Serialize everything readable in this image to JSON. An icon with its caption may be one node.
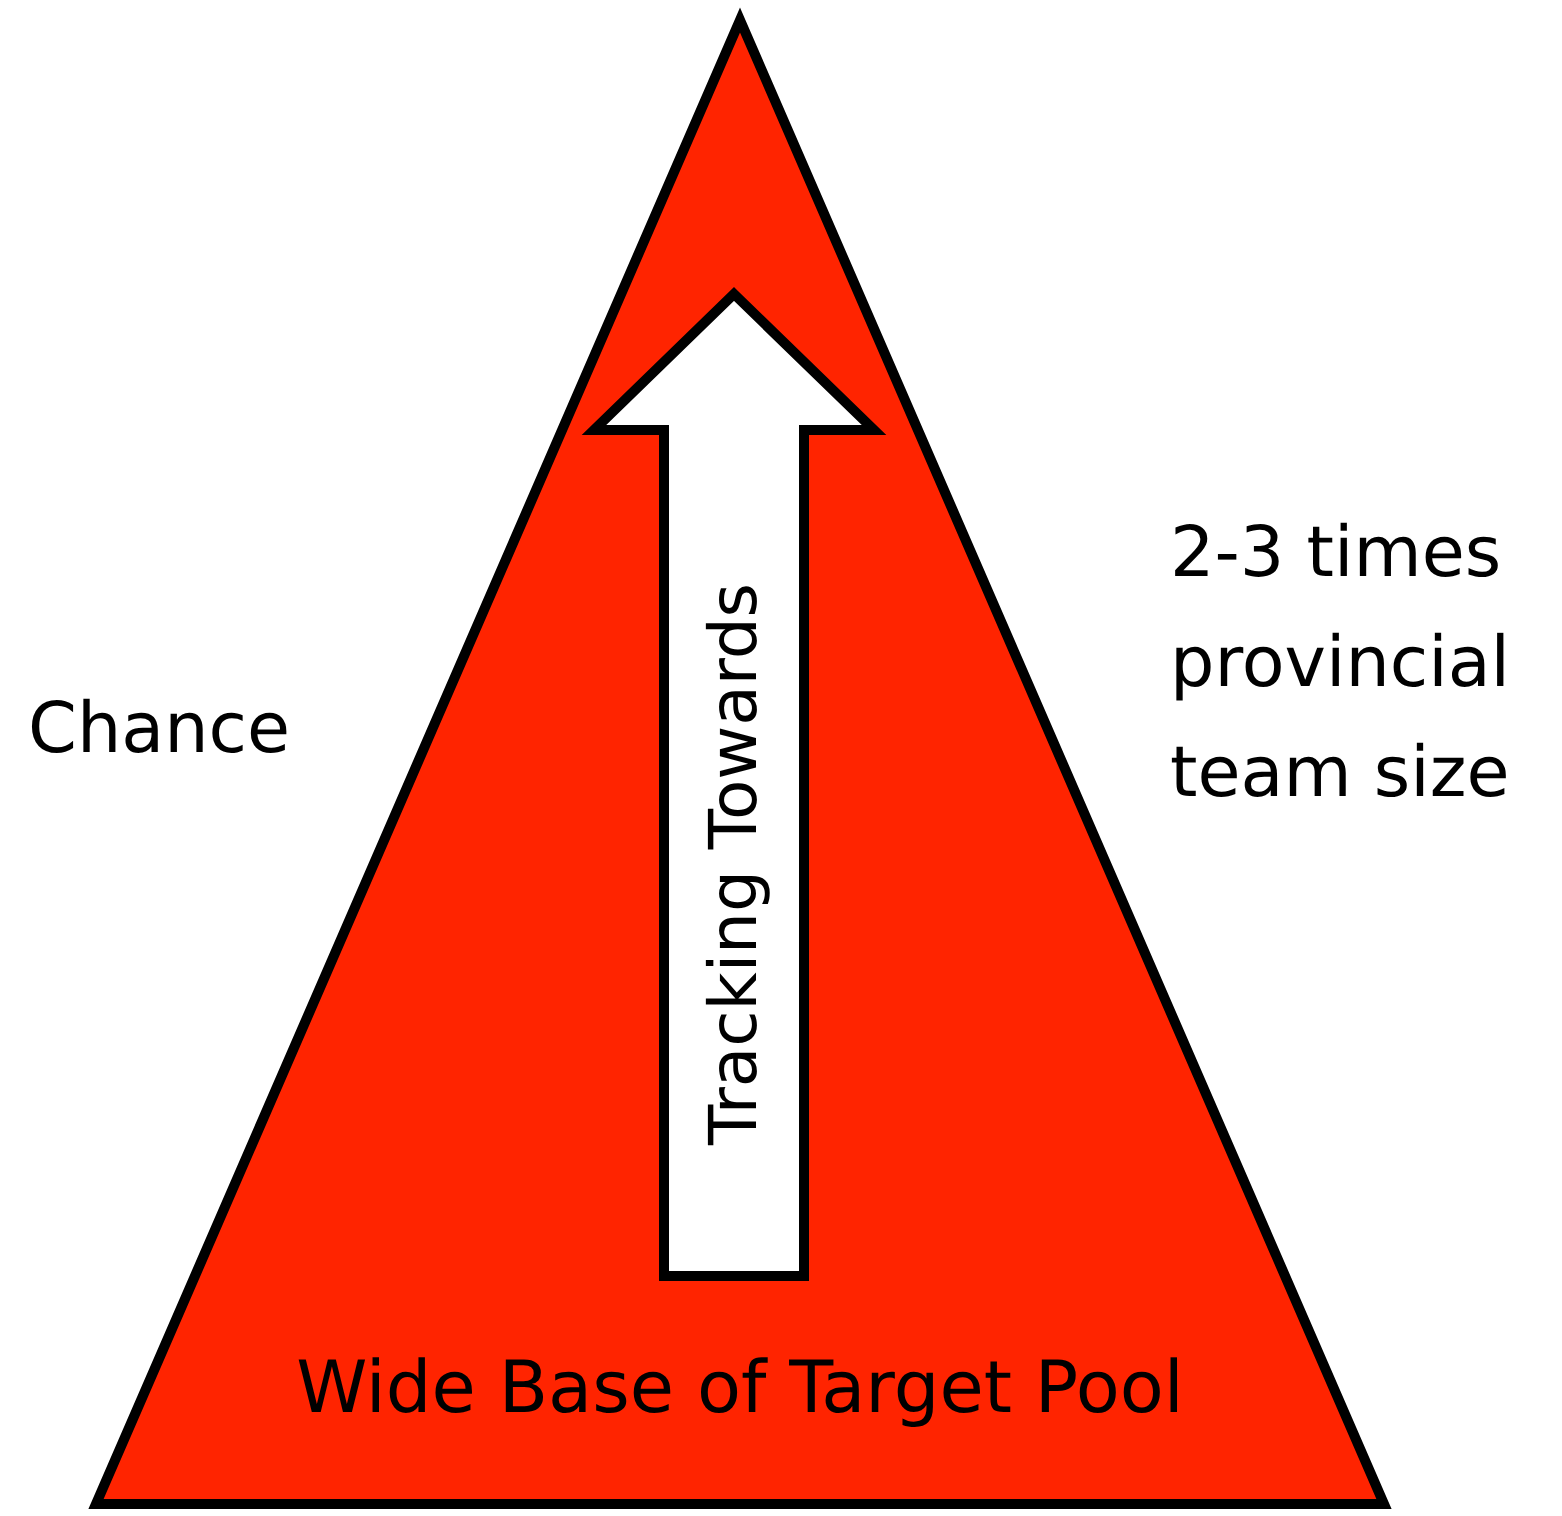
{
  "diagram": {
    "nodes": [
      {
        "text": [
          "Wide Base of Target Pool"
        ]
      },
      {
        "text": [
          "Tracking Towards"
        ],
        "in": 0
      }
    ],
    "labels": [
      "Chance",
      "2-3 times provincial team size"
    ]
  }
}
